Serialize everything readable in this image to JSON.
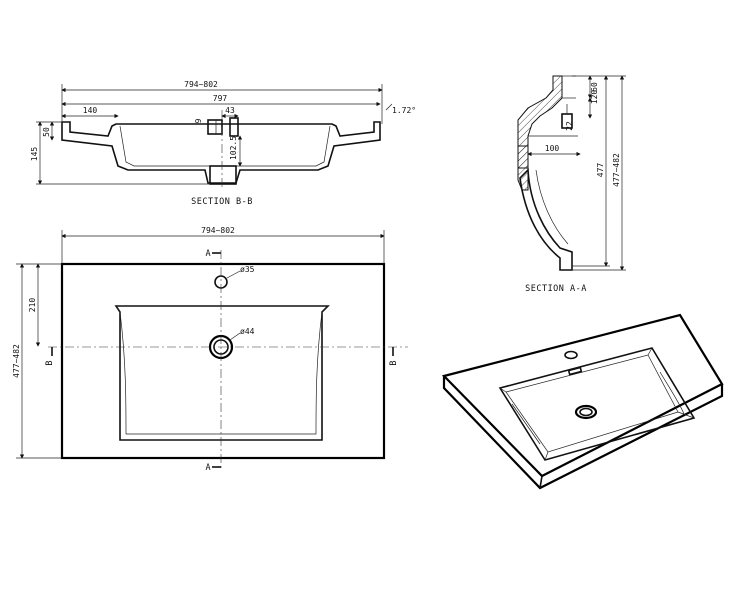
{
  "section_bb": {
    "caption": "SECTION B-B",
    "dims": {
      "overall_range": "794~802",
      "overall": "797",
      "left_ledge": "140",
      "angle": "1.72°",
      "rim_height": "50",
      "total_height": "145",
      "tap_offset": "9",
      "tap_width": "43",
      "drain_depth": "102.5"
    }
  },
  "section_aa": {
    "caption": "SECTION A-A",
    "dims": {
      "top_60": "60",
      "top_120": "120",
      "depth_477": "477",
      "range_477_482": "477~482",
      "offset_100": "100",
      "small_22": "22"
    }
  },
  "plan_view": {
    "width_range": "794~802",
    "depth_range": "477~482",
    "tap_offset": "210",
    "tap_hole": "ø35",
    "drain_hole": "ø44",
    "section_a_top": "A",
    "section_a_bottom": "A",
    "section_b_left": "B",
    "section_b_right": "B"
  }
}
